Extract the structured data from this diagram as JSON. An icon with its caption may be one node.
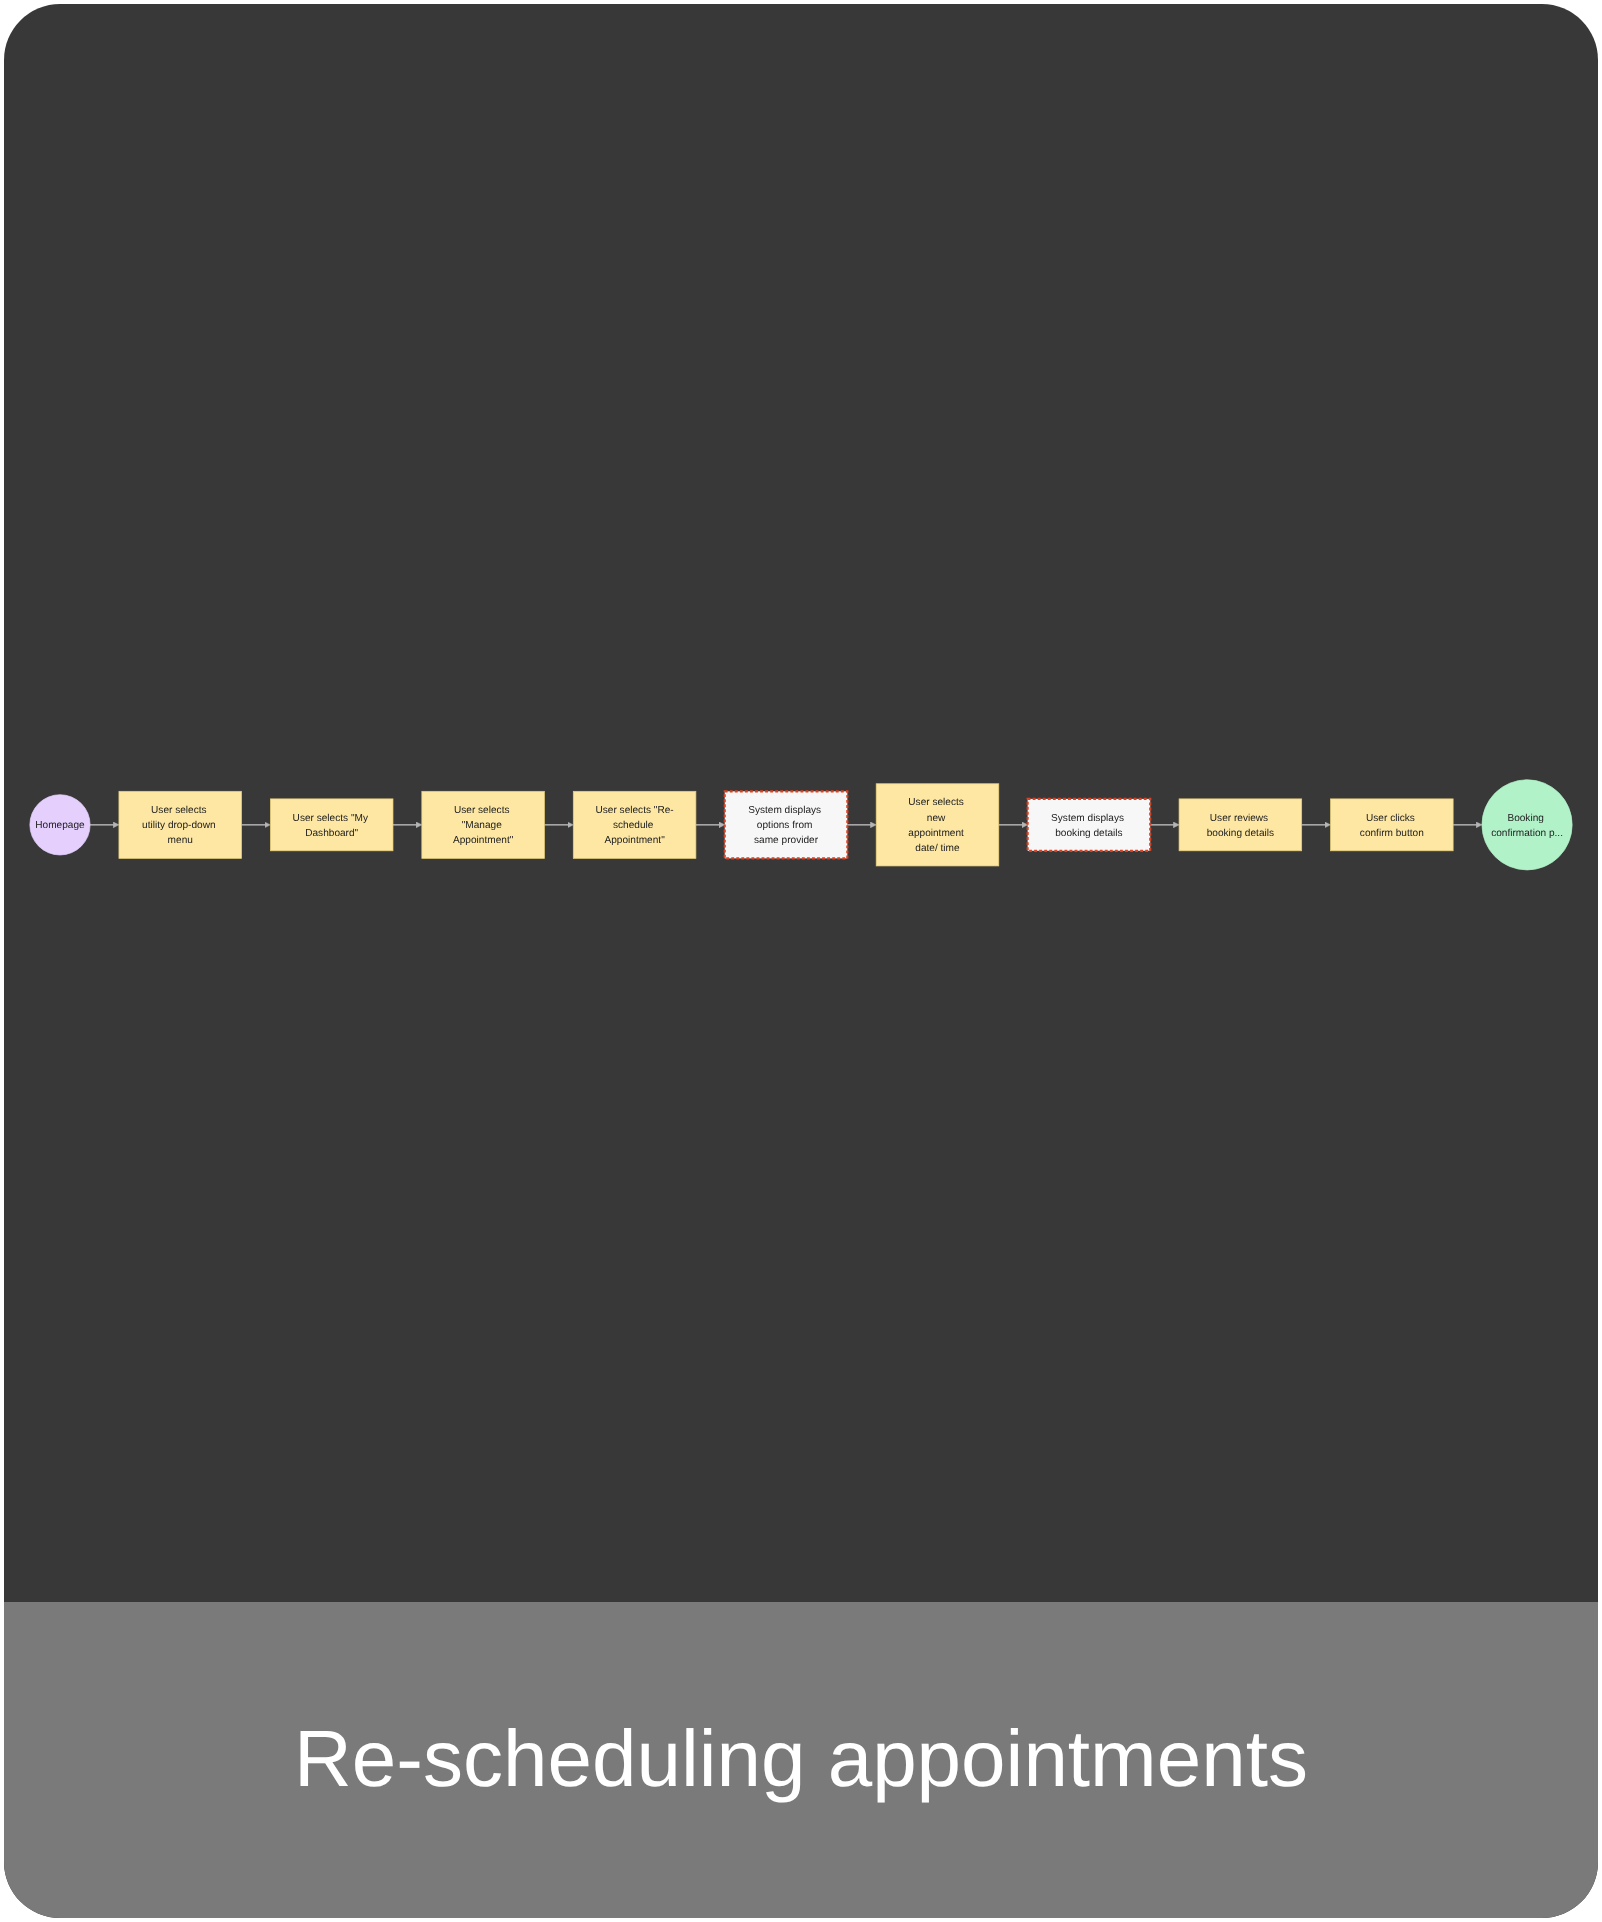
{
  "diagram": {
    "caption": "Re-scheduling appointments",
    "nodes": [
      {
        "text": [
          "Homepage"
        ]
      },
      {
        "text": [
          "User selects utility drop-down menu"
        ]
      },
      {
        "text": [
          "User selects \"My Dashboard\""
        ]
      },
      {
        "text": [
          "User selects \"Manage Appointment\""
        ]
      },
      {
        "text": [
          "User selects \"Re-schedule Appointment\""
        ]
      },
      {
        "text": [
          "System displays options from same provider"
        ]
      },
      {
        "text": [
          "User selects new appointment date/ time"
        ]
      },
      {
        "text": [
          "System displays booking details"
        ]
      },
      {
        "text": [
          "User reviews booking details"
        ]
      },
      {
        "text": [
          "User clicks confirm button"
        ]
      },
      {
        "text": [
          "Booking confirmation p..."
        ]
      }
    ],
    "edges": [
      {
        "from": 0,
        "to": 1,
        "arrow": "to"
      },
      {
        "from": 1,
        "to": 2,
        "arrow": "to"
      },
      {
        "from": 2,
        "to": 3,
        "arrow": "to"
      },
      {
        "from": 3,
        "to": 4,
        "arrow": "to"
      },
      {
        "from": 4,
        "to": 5,
        "arrow": "to"
      },
      {
        "from": 5,
        "to": 6,
        "arrow": "to"
      },
      {
        "from": 6,
        "to": 7,
        "arrow": "to"
      },
      {
        "from": 7,
        "to": 8,
        "arrow": "to"
      },
      {
        "from": 8,
        "to": 9,
        "arrow": "to"
      },
      {
        "from": 9,
        "to": 10,
        "arrow": "to"
      }
    ]
  }
}
